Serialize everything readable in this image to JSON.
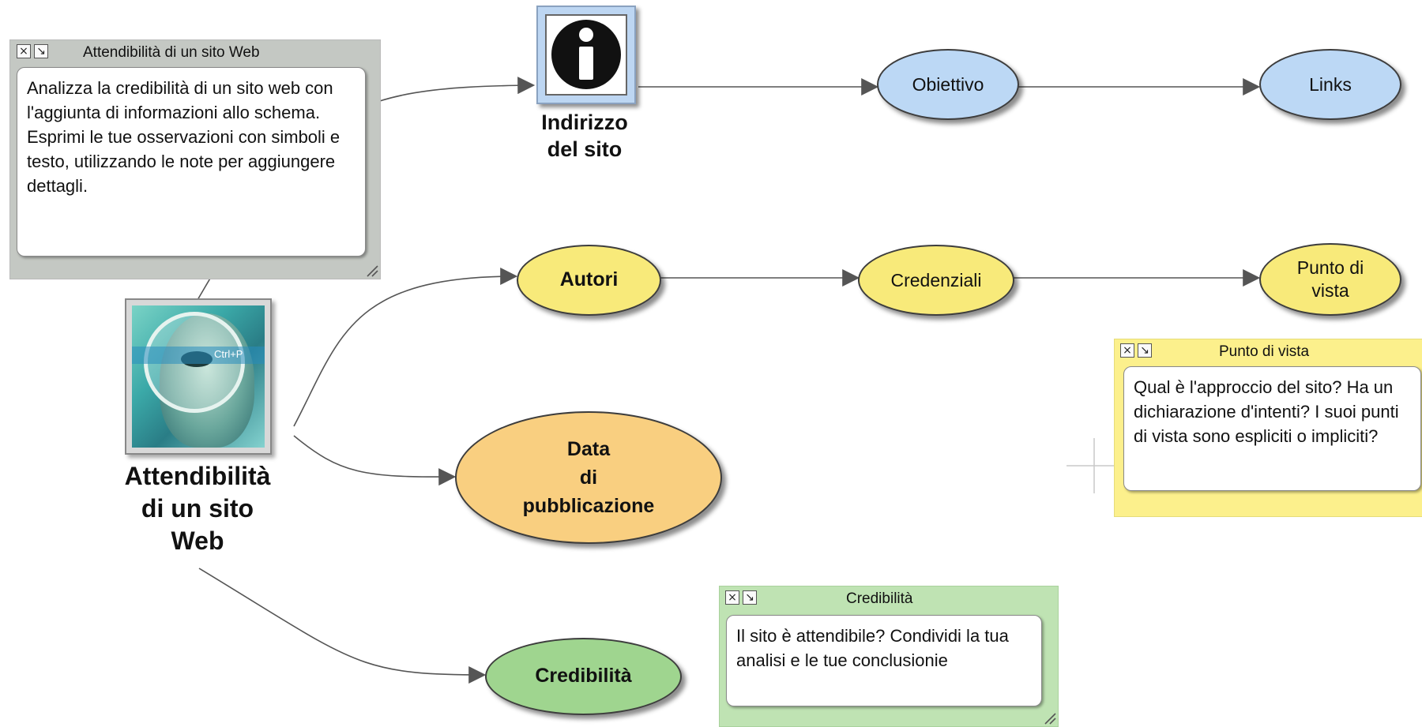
{
  "central": {
    "lines": [
      "Attendibilità",
      "di un sito",
      "Web"
    ],
    "image_icon": "magnifier-eye-image",
    "image_overlay_text": "Ctrl+P"
  },
  "site_node": {
    "lines": [
      "Indirizzo",
      "del sito"
    ],
    "icon": "info-icon"
  },
  "nodes": {
    "obiettivo": "Obiettivo",
    "links": "Links",
    "autori": "Autori",
    "credenziali": "Credenziali",
    "punto_di_vista": [
      "Punto di",
      "vista"
    ],
    "data_pubblicazione": [
      "Data",
      "di",
      "pubblicazione"
    ],
    "credibilita": "Credibilità"
  },
  "notes": {
    "main": {
      "title": "Attendibilità di un sito Web",
      "text": "Analizza la credibilità di un sito web con l'aggiunta di informazioni allo schema. Esprimi le tue osservazioni con simboli e testo, utilizzando le note per aggiungere dettagli."
    },
    "punto_di_vista": {
      "title": "Punto di vista",
      "text": "Qual è l'approccio del sito? Ha un dichiarazione d'intenti? I suoi punti di vista sono espliciti o impliciti?"
    },
    "credibilita": {
      "title": "Credibilità",
      "text": "Il sito è attendibile? Condividi la tua analisi e le tue conclusionie"
    }
  },
  "icons": {
    "close": "close-icon",
    "resize": "resize-icon",
    "grip": "resize-grip-icon"
  },
  "colors": {
    "blue_node": "#bcd8f5",
    "yellow_node": "#f8ea7a",
    "orange_node": "#f9cf80",
    "green_node": "#9fd58f",
    "note_gray": "#c4c8c3",
    "note_yellow": "#fcf08c",
    "note_green": "#bfe3b3"
  }
}
